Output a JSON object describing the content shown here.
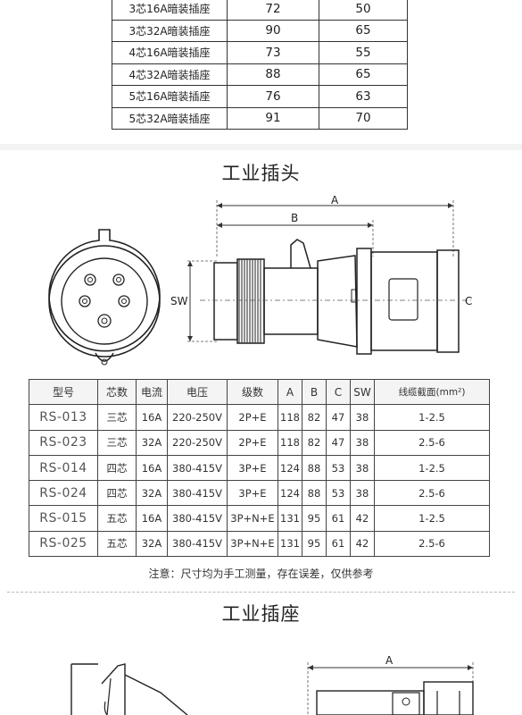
{
  "socket_table": {
    "rows": [
      [
        "3芯16A暗装插座",
        "72",
        "50"
      ],
      [
        "3芯32A暗装插座",
        "90",
        "65"
      ],
      [
        "4芯16A暗装插座",
        "73",
        "55"
      ],
      [
        "4芯32A暗装插座",
        "88",
        "65"
      ],
      [
        "5芯16A暗装插座",
        "76",
        "63"
      ],
      [
        "5芯32A暗装插座",
        "91",
        "70"
      ]
    ]
  },
  "plug_section": {
    "title": "工业插头",
    "dim_labels": {
      "a": "A",
      "b": "B",
      "c": "C",
      "sw": "SW"
    }
  },
  "plug_table": {
    "headers": [
      "型号",
      "芯数",
      "电流",
      "电压",
      "级数",
      "A",
      "B",
      "C",
      "SW",
      "线缆截面(mm²)"
    ],
    "rows": [
      [
        "RS-013",
        "三芯",
        "16A",
        "220-250V",
        "2P+E",
        "118",
        "82",
        "47",
        "38",
        "1-2.5"
      ],
      [
        "RS-023",
        "三芯",
        "32A",
        "220-250V",
        "2P+E",
        "118",
        "82",
        "47",
        "38",
        "2.5-6"
      ],
      [
        "RS-014",
        "四芯",
        "16A",
        "380-415V",
        "3P+E",
        "124",
        "88",
        "53",
        "38",
        "1-2.5"
      ],
      [
        "RS-024",
        "四芯",
        "32A",
        "380-415V",
        "3P+E",
        "124",
        "88",
        "53",
        "38",
        "2.5-6"
      ],
      [
        "RS-015",
        "五芯",
        "16A",
        "380-415V",
        "3P+N+E",
        "131",
        "95",
        "61",
        "42",
        "1-2.5"
      ],
      [
        "RS-025",
        "五芯",
        "32A",
        "380-415V",
        "3P+N+E",
        "131",
        "95",
        "61",
        "42",
        "2.5-6"
      ]
    ]
  },
  "note": "注意：尺寸均为手工测量，存在误差，仅供参考",
  "socket_section": {
    "title": "工业插座",
    "dim_labels": {
      "a": "A"
    }
  }
}
